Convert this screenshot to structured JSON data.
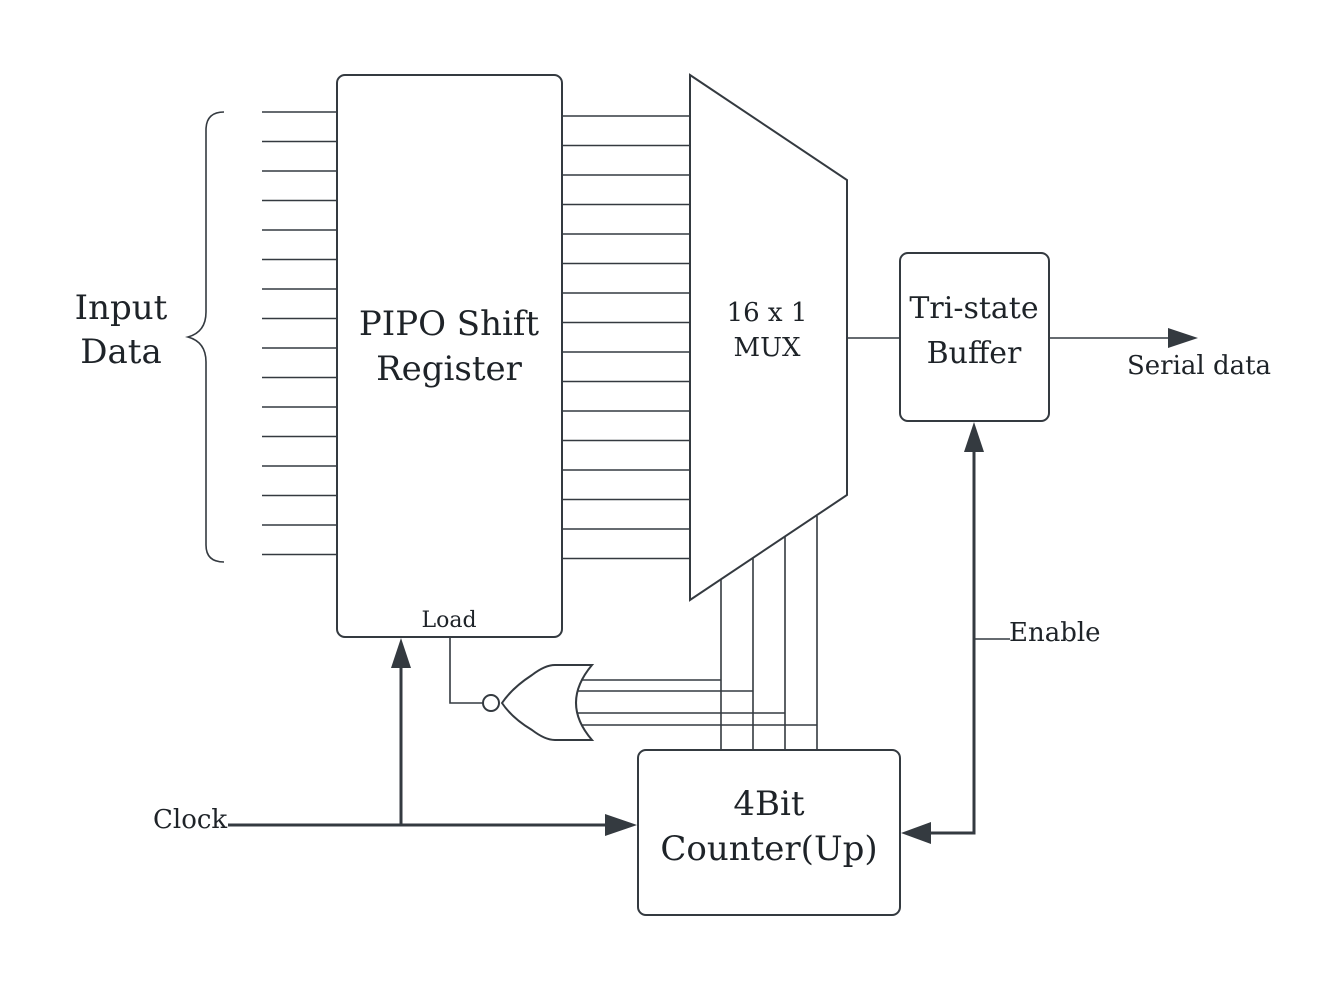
{
  "input_label": [
    "Input",
    "Data"
  ],
  "register_label": [
    "PIPO Shift",
    "Register"
  ],
  "load_label": "Load",
  "mux_label": [
    "16 x 1",
    "MUX"
  ],
  "buffer_label": [
    "Tri-state",
    "Buffer"
  ],
  "counter_label": [
    "4Bit",
    "Counter(Up)"
  ],
  "serial_label": "Serial data",
  "enable_label": "Enable",
  "clock_label": "Clock",
  "colors": {
    "line": "#343a40",
    "text": "#1e2328",
    "background": "#ffffff"
  }
}
